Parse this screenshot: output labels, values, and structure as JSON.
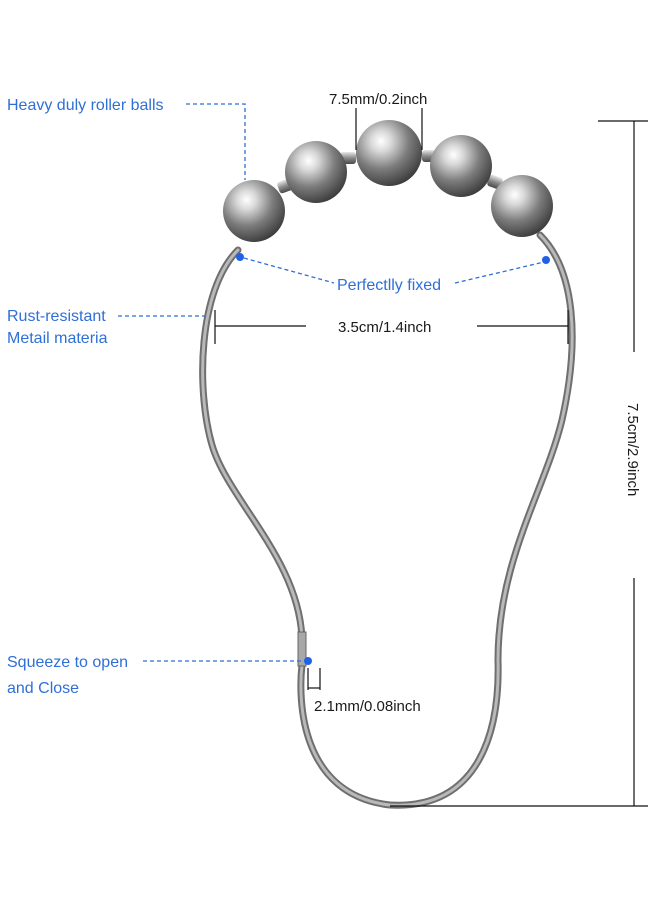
{
  "annotations": {
    "roller_balls": "Heavy duly roller balls",
    "rust_line1": "Rust-resistant",
    "rust_line2": "Metail materia",
    "fixed": "Perfectlly fixed",
    "squeeze_line1": "Squeeze to open",
    "squeeze_line2": "and Close"
  },
  "dimensions": {
    "ball_gap": "7.5mm/0.2inch",
    "width": "3.5cm/1.4inch",
    "height": "7.5cm/2.9inch",
    "wire": "2.1mm/0.08inch"
  },
  "colors": {
    "annotation": "#2f6fd6",
    "marker": "#1f62e8",
    "metal": "#9a9a9a",
    "dimension": "#111111"
  }
}
